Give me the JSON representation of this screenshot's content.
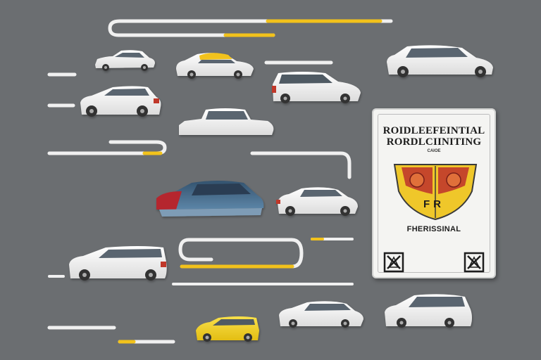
{
  "sign": {
    "title_line1": "ROIDLEEFEINTIAL",
    "title_line2": "RORDLCIINITING",
    "small_text": "CAIOE",
    "shield_letters": "FR",
    "subtitle": "FHERISSINAL"
  },
  "colors": {
    "background": "#6b6e71",
    "car_white": "#f3f3f3",
    "car_yellow": "#f2d22a",
    "accent_yellow": "#f2c21b",
    "shield_yellow": "#efc72a",
    "shield_red": "#c0392b"
  }
}
